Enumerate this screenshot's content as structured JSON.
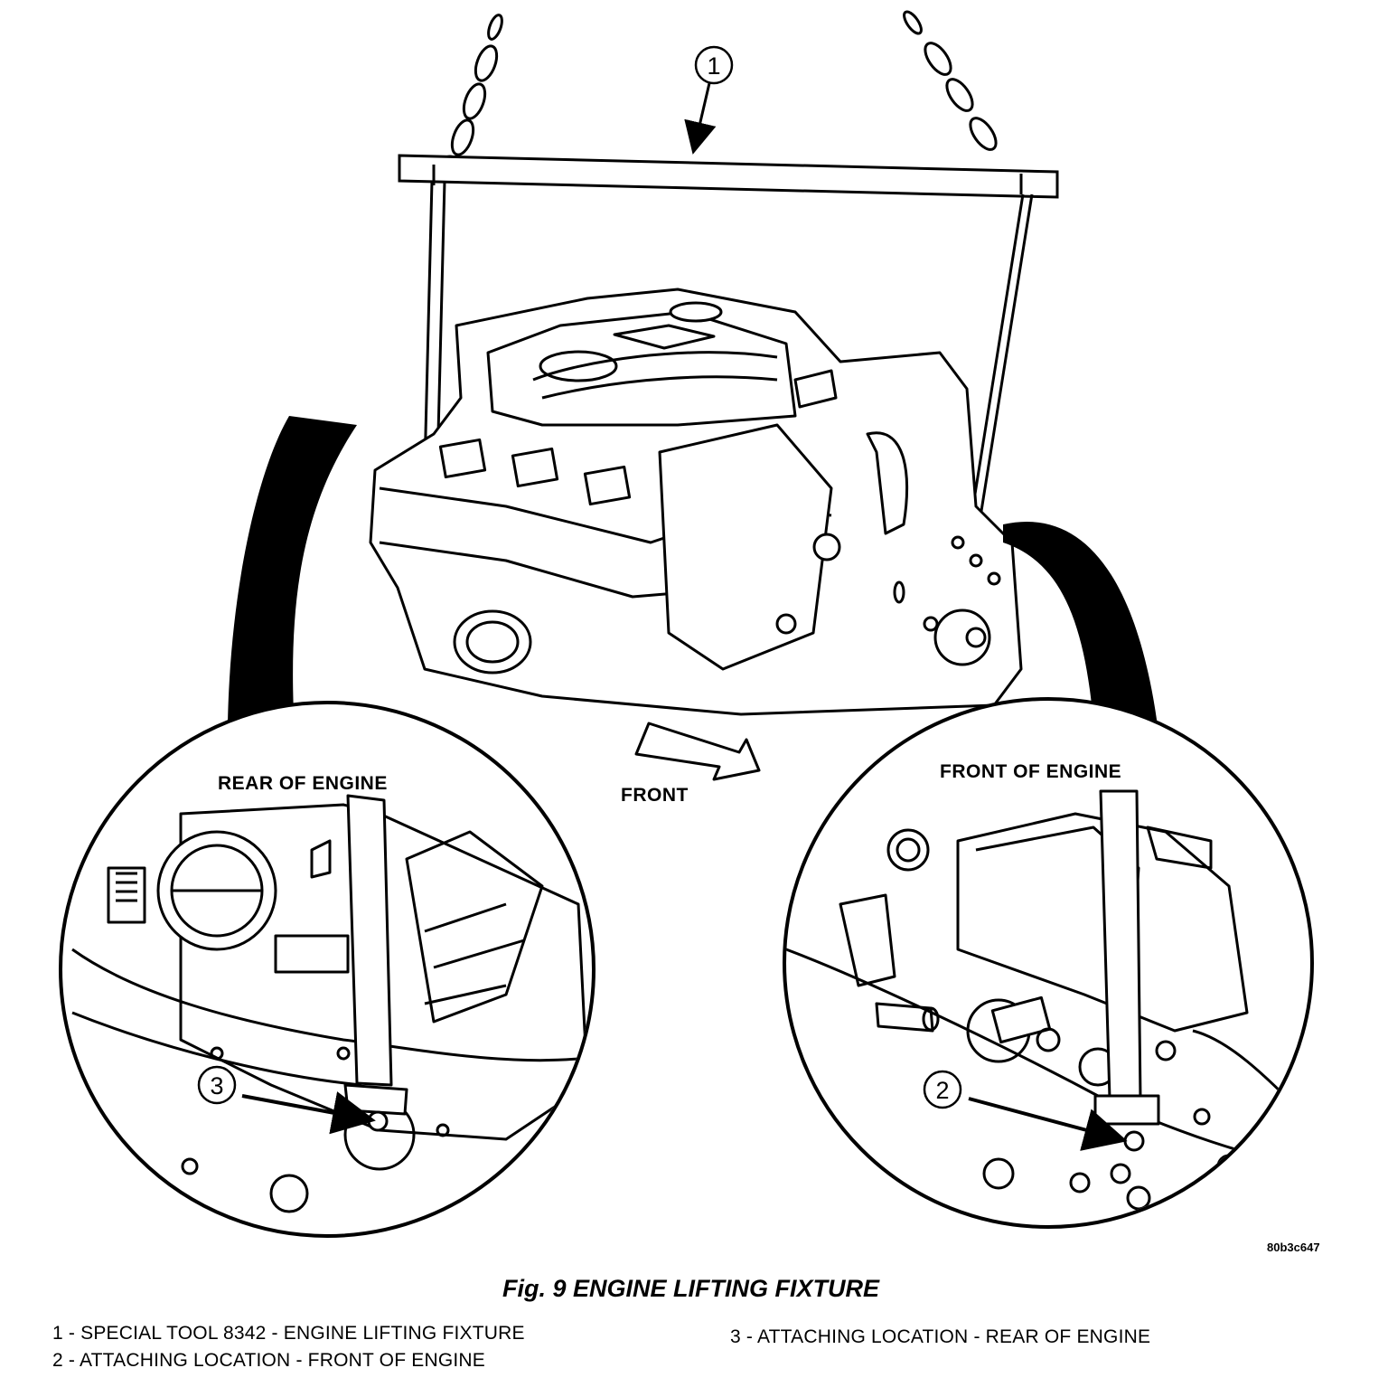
{
  "figure": {
    "id": "80b3c647",
    "title": "Fig. 9 ENGINE LIFTING FIXTURE"
  },
  "callouts": [
    "1",
    "2",
    "3"
  ],
  "labels": {
    "rear": "REAR OF ENGINE",
    "front_view": "FRONT OF ENGINE",
    "direction": "FRONT"
  },
  "legend": [
    "1 - SPECIAL TOOL 8342 - ENGINE LIFTING FIXTURE",
    "2 - ATTACHING LOCATION - FRONT OF ENGINE",
    "3 - ATTACHING LOCATION - REAR OF ENGINE"
  ]
}
